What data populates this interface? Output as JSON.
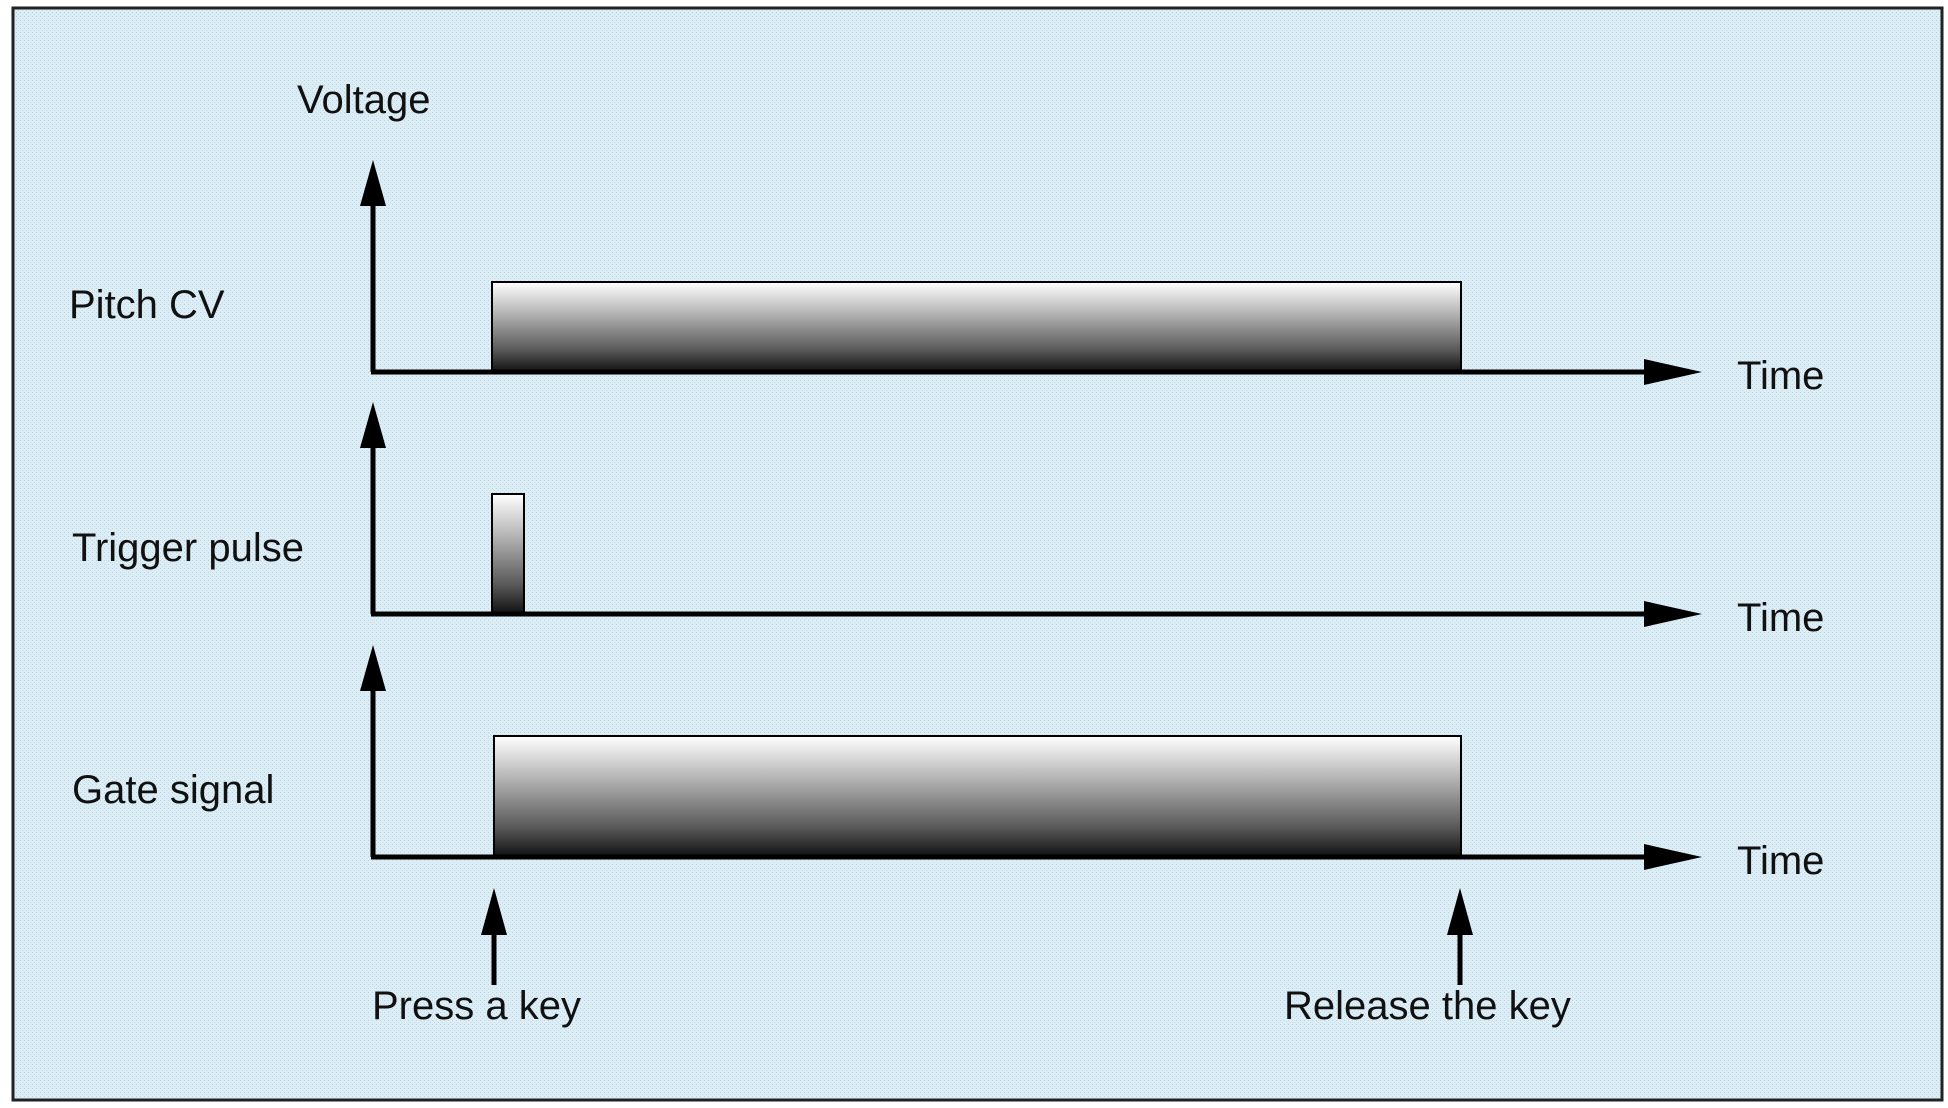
{
  "colors": {
    "background": "#dcedf6",
    "border": "#222222",
    "axis": "#000000",
    "pulse_top": "#ffffff",
    "pulse_bottom": "#111111"
  },
  "labels": {
    "y_axis": "Voltage",
    "pitch_cv": "Pitch CV",
    "trigger_pulse": "Trigger pulse",
    "gate_signal": "Gate signal",
    "time_1": "Time",
    "time_2": "Time",
    "time_3": "Time",
    "press_key": "Press a key",
    "release_key": "Release the key"
  },
  "icons": {
    "up_arrow": "arrow-up-icon",
    "right_arrow": "arrow-right-icon"
  }
}
